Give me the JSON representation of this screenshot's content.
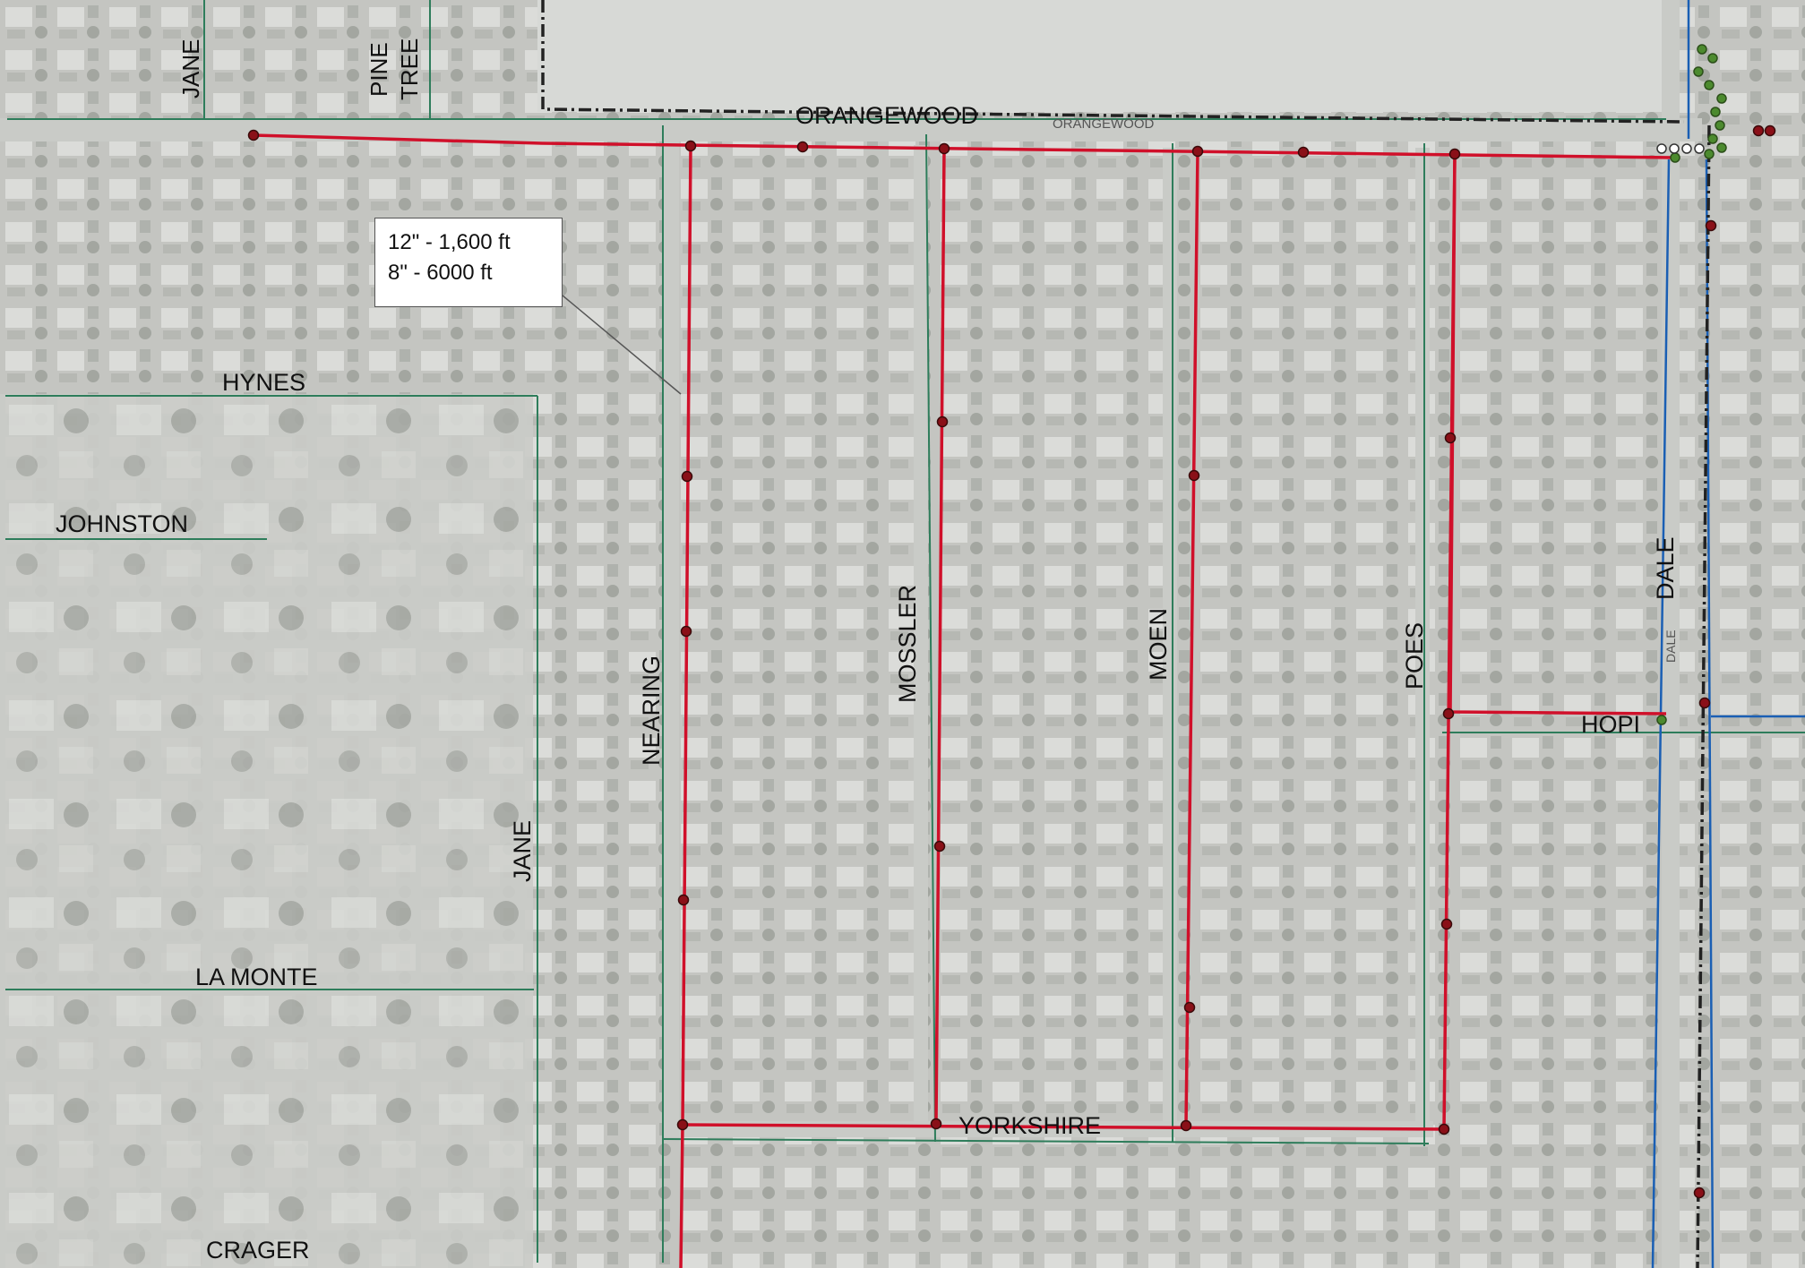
{
  "legend": {
    "line1": "12\" - 1,600 ft",
    "line2": "8\" - 6000 ft"
  },
  "streets": {
    "jane_north": "JANE",
    "pine": "PINE",
    "tree": "TREE",
    "orangewood": "ORANGEWOOD",
    "orangewood_small": "ORANGEWOOD",
    "hynes": "HYNES",
    "johnston": "JOHNSTON",
    "jane_south": "JANE",
    "la_monte": "LA MONTE",
    "crager": "CRAGER",
    "nearing": "NEARING",
    "mossler": "MOSSLER",
    "moen": "MOEN",
    "poes": "POES",
    "dale": "DALE",
    "dale_small": "DALE",
    "hopi": "HOPI",
    "yorkshire": "YORKSHIRE"
  },
  "colors": {
    "proposed_main": "#d0102a",
    "valve_node": "#8a1018",
    "existing_main": "#1a5fb4",
    "street_centerline": "#2e7d5b",
    "boundary": "#222222",
    "aerial_base": "#b9bbb6",
    "node_green": "#4c8a2e"
  }
}
